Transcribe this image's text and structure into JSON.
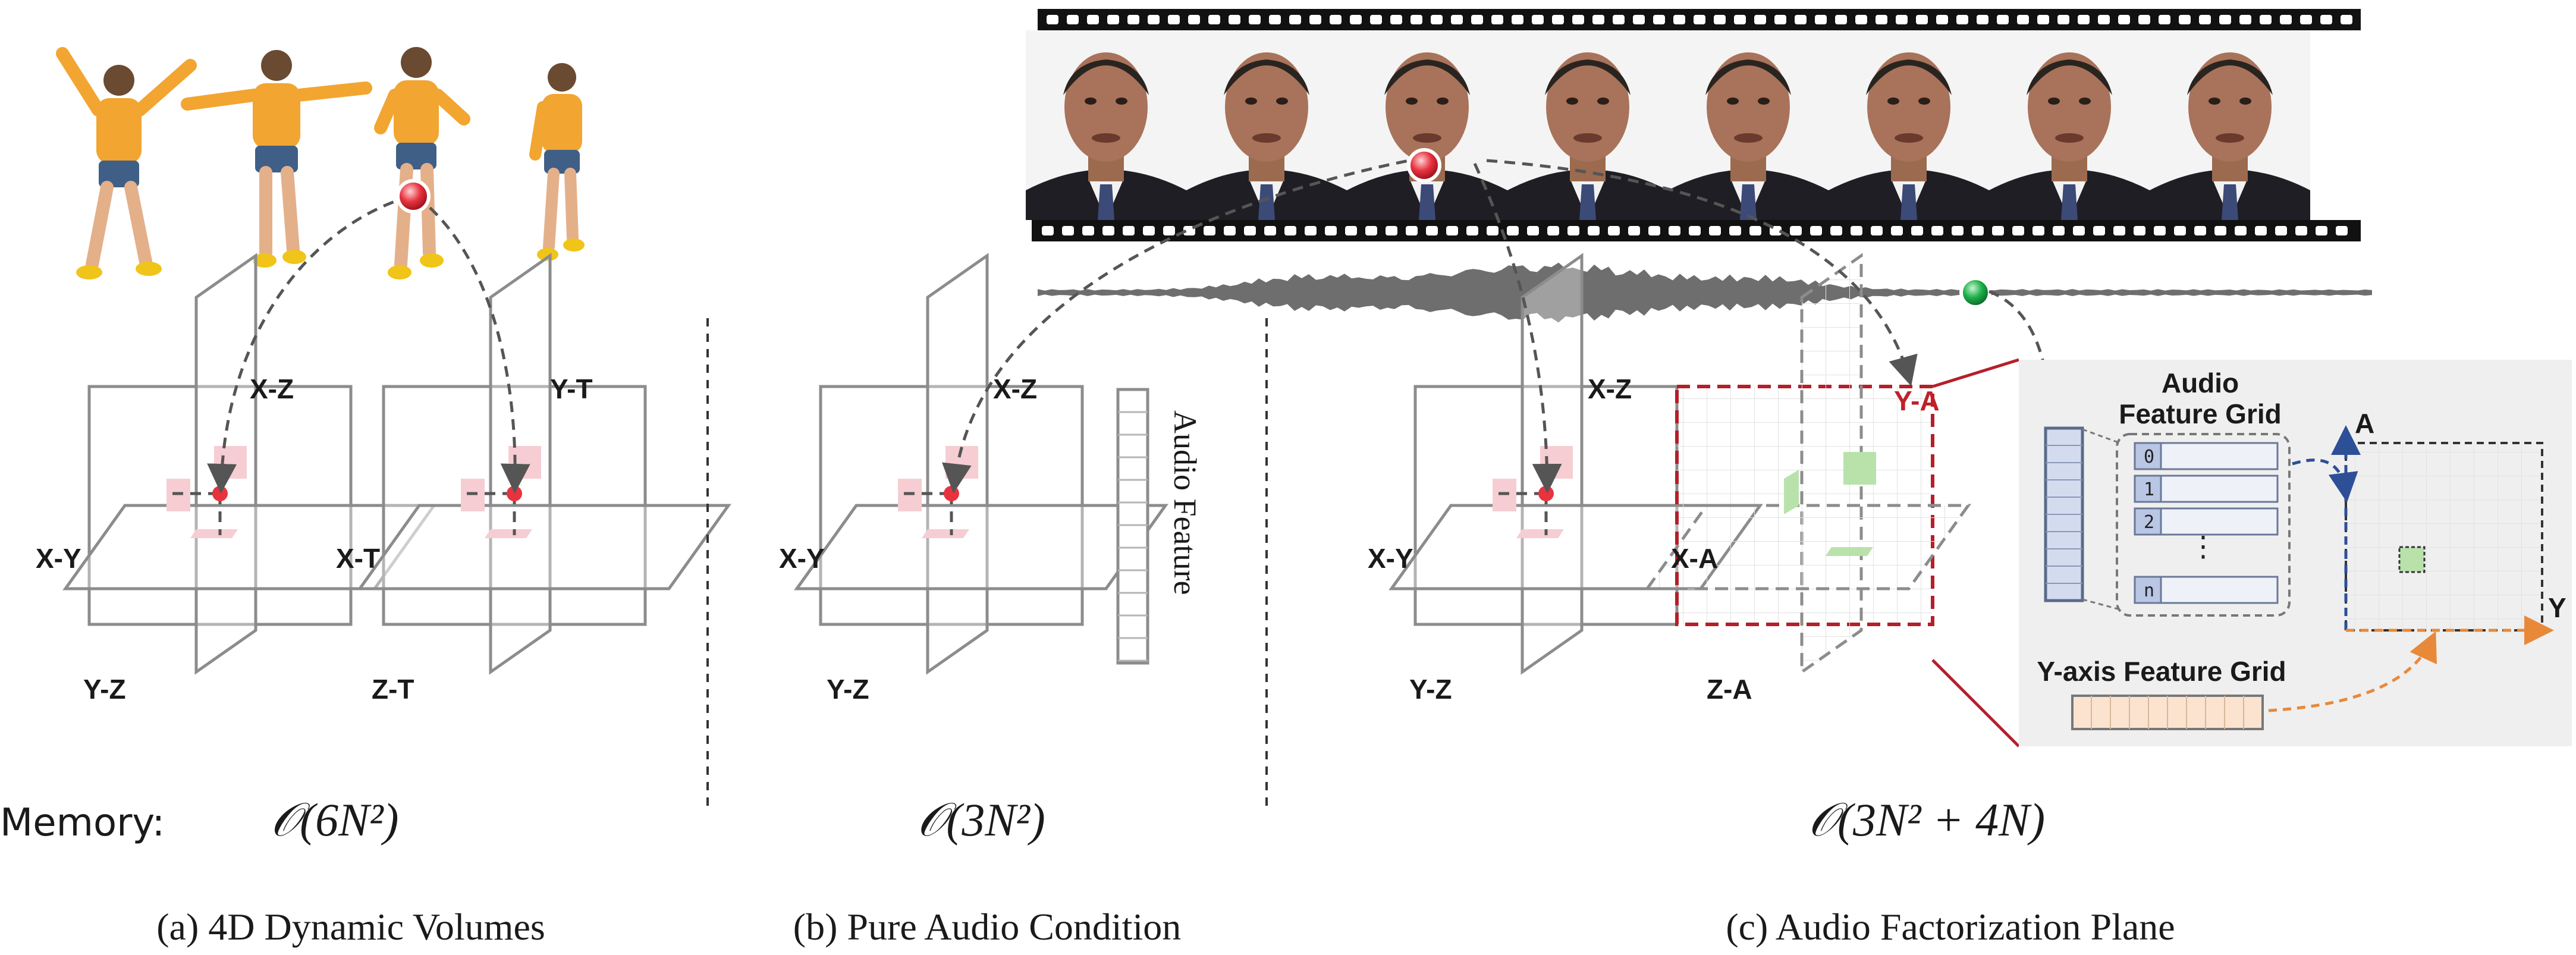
{
  "colors": {
    "accent_red": "#c0202a",
    "point_red": "#e8333f",
    "point_green": "#1db04a",
    "pink_cell": "#f6cdd3",
    "green_cell": "#b9e2ab",
    "blue_arrow": "#2c4f96",
    "orange_arrow": "#e8893a",
    "panel_bg": "#efefef"
  },
  "panel_a": {
    "caption": "(a) 4D Dynamic Volumes",
    "memory_label": "Memory:",
    "complexity": "𝒪(6N²)",
    "volume1": {
      "p1": "X-Z",
      "p2": "X-Y",
      "p3": "Y-Z"
    },
    "volume2": {
      "p1": "Y-T",
      "p2": "X-T",
      "p3": "Z-T"
    }
  },
  "panel_b": {
    "caption": "(b) Pure Audio Condition",
    "complexity": "𝒪(3N²)",
    "volume": {
      "p1": "X-Z",
      "p2": "X-Y",
      "p3": "Y-Z"
    },
    "audio_feature_label": "Audio Feature"
  },
  "panel_c": {
    "caption": "(c) Audio Factorization Plane",
    "complexity": "𝒪(3N² + 4N)",
    "volume": {
      "p1": "X-Z",
      "p2": "X-Y",
      "p3": "Y-Z"
    },
    "audio_volume": {
      "top": "Y-A",
      "mid": "X-A",
      "bottom": "Z-A"
    },
    "grid_title_line1": "Audio",
    "grid_title_line2": "Feature Grid",
    "grid_rows": [
      "0",
      "1",
      "2",
      "⋮",
      "n"
    ],
    "y_axis_grid_label": "Y-axis Feature Grid",
    "axis_a": "A",
    "axis_y": "Y"
  }
}
